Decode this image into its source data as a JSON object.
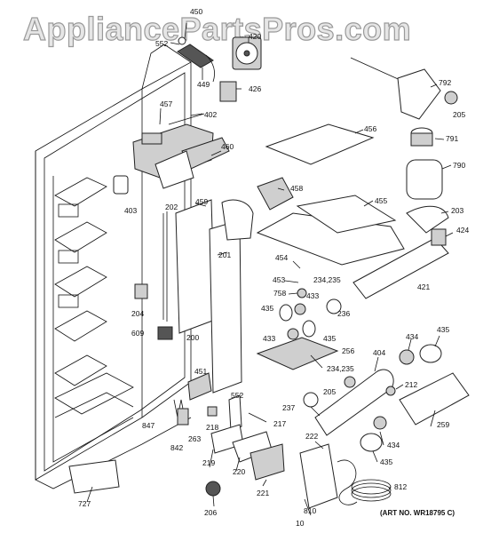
{
  "watermark": "AppliancePartsPros.com",
  "art_number": "(ART NO. WR18795 C)",
  "callouts": {
    "c450": "450",
    "c552a": "552",
    "c420": "420",
    "c449": "449",
    "c426": "426",
    "c402": "402",
    "c457": "457",
    "c460": "460",
    "c403": "403",
    "c202": "202",
    "c459": "459",
    "c458": "458",
    "c201": "201",
    "c204": "204",
    "c609": "609",
    "c200": "200",
    "c792": "792",
    "c205a": "205",
    "c456": "456",
    "c791": "791",
    "c790": "790",
    "c455": "455",
    "c203": "203",
    "c424": "424",
    "c454": "454",
    "c453": "453",
    "c758": "758",
    "c234a": "234,235",
    "c421": "421",
    "c435a": "435",
    "c433a": "433",
    "c236": "236",
    "c433b": "433",
    "c435b": "435",
    "c256": "256",
    "c234b": "234,235",
    "c404": "404",
    "c434a": "434",
    "c435c": "435",
    "c451": "451",
    "c552b": "552",
    "c205b": "205",
    "c212": "212",
    "c237": "237",
    "c847": "847",
    "c218": "218",
    "c217": "217",
    "c263": "263",
    "c842": "842",
    "c222": "222",
    "c259": "259",
    "c434b": "434",
    "c219": "219",
    "c220": "220",
    "c435d": "435",
    "c812": "812",
    "c727": "727",
    "c221": "221",
    "c206": "206",
    "c810": "810",
    "c10": "10"
  }
}
